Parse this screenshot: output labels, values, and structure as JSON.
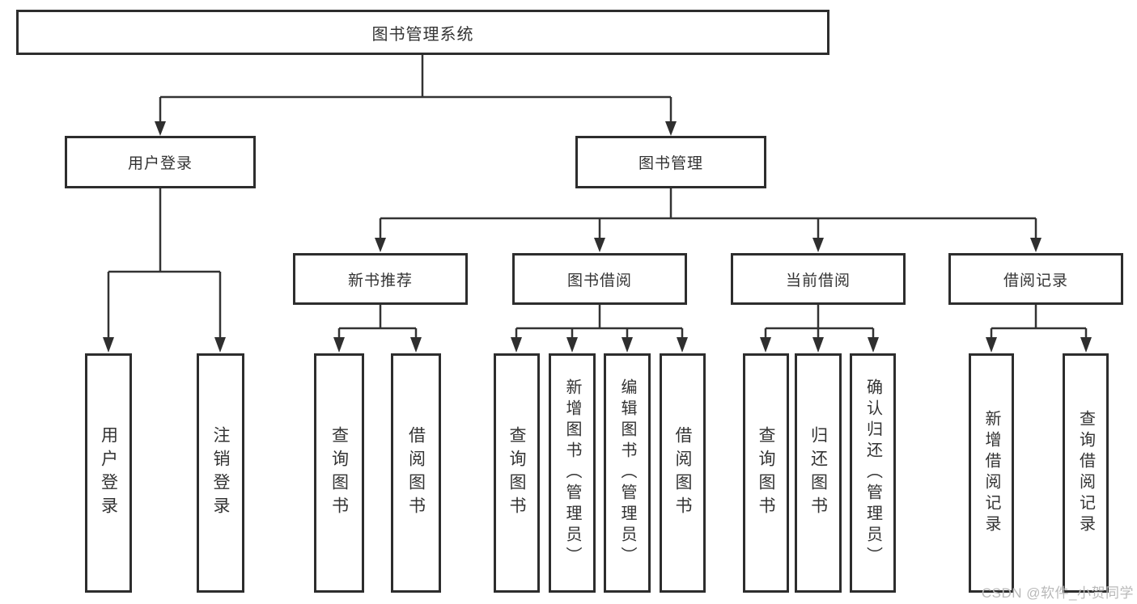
{
  "diagram": {
    "type": "tree",
    "nodes": {
      "root": "图书管理系统",
      "user_login": "用户登录",
      "book_management": "图书管理",
      "new_book_recommend": "新书推荐",
      "book_borrow": "图书借阅",
      "current_borrow": "当前借阅",
      "borrow_record": "借阅记录",
      "leaf_user_login": "用户登录",
      "leaf_logout": "注销登录",
      "rec_query_book": "查询图书",
      "rec_borrow_book": "借阅图书",
      "bb_query_book": "查询图书",
      "bb_add_book": "新增图书（管理员）",
      "bb_edit_book": "编辑图书（管理员）",
      "bb_borrow_book": "借阅图书",
      "cb_query_book": "查询图书",
      "cb_return_book": "归还图书",
      "cb_confirm_return": "确认归还（管理员）",
      "br_add_record": "新增借阅记录",
      "br_query_record": "查询借阅记录"
    },
    "hierarchy": {
      "root": [
        "user_login",
        "book_management"
      ],
      "user_login": [
        "leaf_user_login",
        "leaf_logout"
      ],
      "book_management": [
        "new_book_recommend",
        "book_borrow",
        "current_borrow",
        "borrow_record"
      ],
      "new_book_recommend": [
        "rec_query_book",
        "rec_borrow_book"
      ],
      "book_borrow": [
        "bb_query_book",
        "bb_add_book",
        "bb_edit_book",
        "bb_borrow_book"
      ],
      "current_borrow": [
        "cb_query_book",
        "cb_return_book",
        "cb_confirm_return"
      ],
      "borrow_record": [
        "br_add_record",
        "br_query_record"
      ]
    }
  },
  "watermark": "CSDN @软件_小贺同学",
  "colors": {
    "background": "#ffffff",
    "box_border": "#2d2d2d",
    "connector_line": "#333333",
    "text": "#333333",
    "watermark_text": "#b9b9b9"
  }
}
